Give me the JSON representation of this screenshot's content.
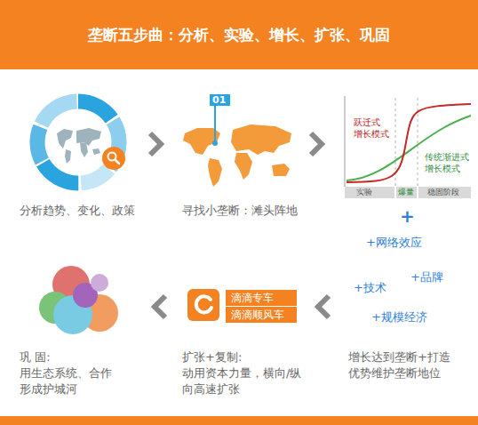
{
  "diagram": {
    "title": "垄断五步曲：分析、实验、增长、扩张、巩固",
    "nodes": [
      {
        "text": [
          "01"
        ]
      },
      {
        "text": [
          "滴滴专车"
        ]
      },
      {
        "text": [
          "滴滴顺风车"
        ]
      }
    ],
    "labels": [
      "分析趋势、变化、政策",
      "寻找小垄断：滩头阵地",
      "跃迁式 增长模式",
      "传统渐进式 增长模式",
      "实验",
      "爆量",
      "稳固阶段",
      "+",
      "+网络效应",
      "+品牌",
      "+技术",
      "+规模经济",
      "增长达到垄断+打造 优势维护垄断地位",
      "巩 固:",
      "用生态系统、合作 形成护城河",
      "扩张+复制:",
      "动用资本力量，横向/纵 向高速扩张"
    ]
  }
}
